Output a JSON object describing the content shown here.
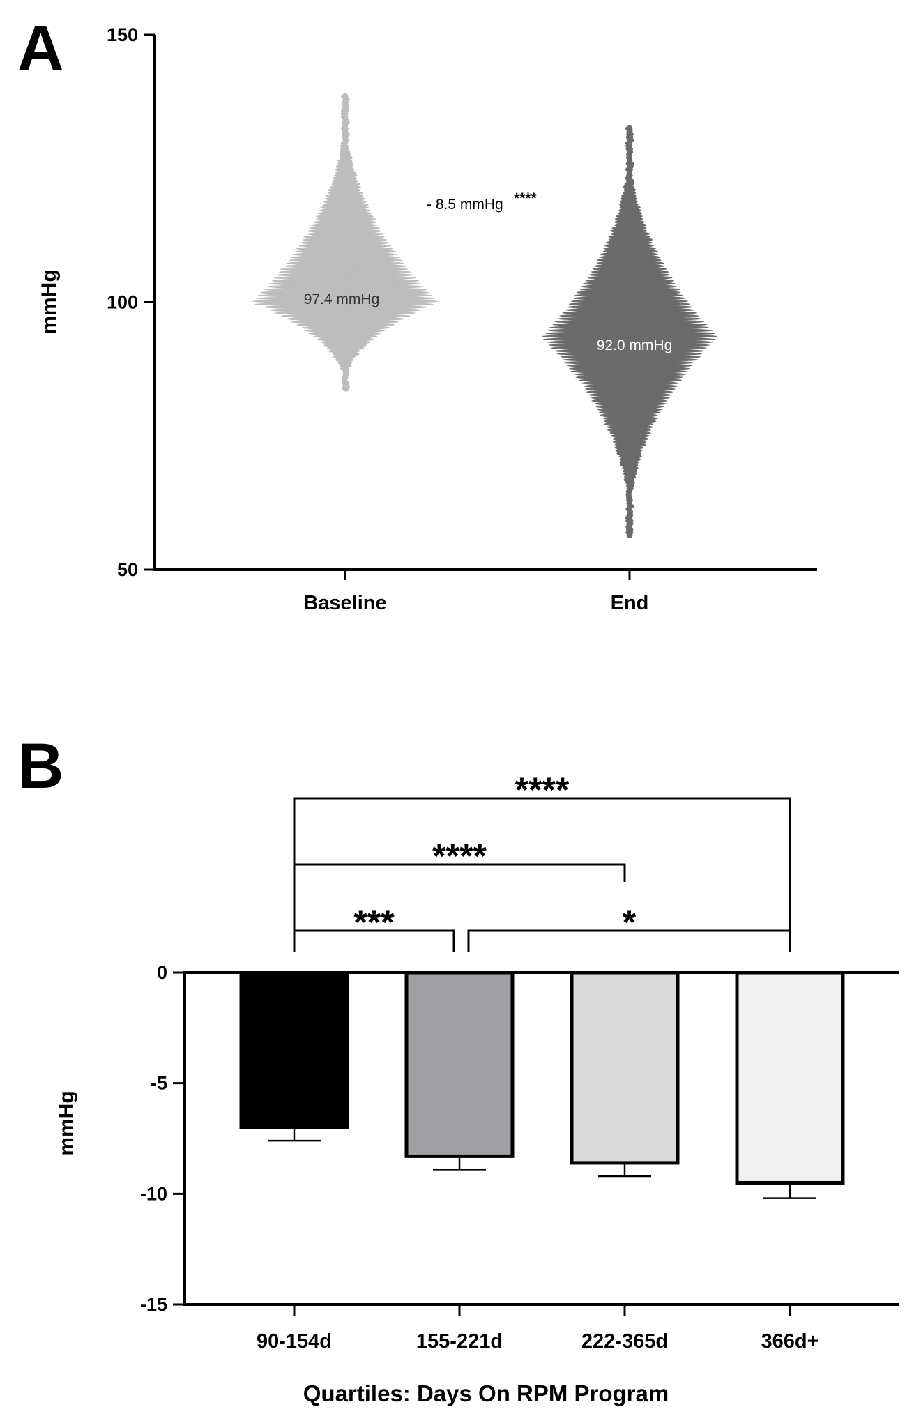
{
  "chart_data": [
    {
      "type": "scatter",
      "panel_label": "A",
      "ylabel": "mmHg",
      "ylim": [
        50,
        150
      ],
      "yticks": [
        "150",
        "100",
        "50"
      ],
      "ytick_values": [
        150,
        100,
        50
      ],
      "categories": [
        "Baseline",
        "End"
      ],
      "series": [
        {
          "category": "Baseline",
          "center": 100.0,
          "min": 83.5,
          "max": 138.5,
          "point_color": "#bdbdbd",
          "label": "97.4 mmHg",
          "label_color": "#333333"
        },
        {
          "category": "End",
          "center": 93.5,
          "min": 56.5,
          "max": 132.5,
          "point_color": "#6b6b6b",
          "label": "92.0 mmHg",
          "label_color": "#ffffff"
        }
      ],
      "annotation": {
        "text": "- 8.5 mmHg",
        "stars": "****"
      }
    },
    {
      "type": "bar",
      "panel_label": "B",
      "xlabel": "Quartiles: Days On RPM Program",
      "ylabel": "mmHg",
      "ylim": [
        -15,
        0
      ],
      "yticks": [
        "0",
        "-5",
        "-10",
        "-15"
      ],
      "ytick_values": [
        0,
        -5,
        -10,
        -15
      ],
      "categories": [
        "90-154d",
        "155-221d",
        "222-365d",
        "366d+"
      ],
      "values": [
        -7.0,
        -8.3,
        -8.6,
        -9.5
      ],
      "error": [
        0.6,
        0.6,
        0.6,
        0.7
      ],
      "colors": [
        "#000000",
        "#a1a0a4",
        "#d9dad9",
        "#f1f1f1"
      ],
      "significance": [
        {
          "from": 0,
          "to": 3,
          "stars": "****",
          "level": 1
        },
        {
          "from": 0,
          "to": 2,
          "stars": "****",
          "level": 2
        },
        {
          "from": 0,
          "to": 1,
          "stars": "***",
          "level": 3
        },
        {
          "from": 1,
          "to": 3,
          "stars": "*",
          "level": 3
        }
      ]
    }
  ]
}
